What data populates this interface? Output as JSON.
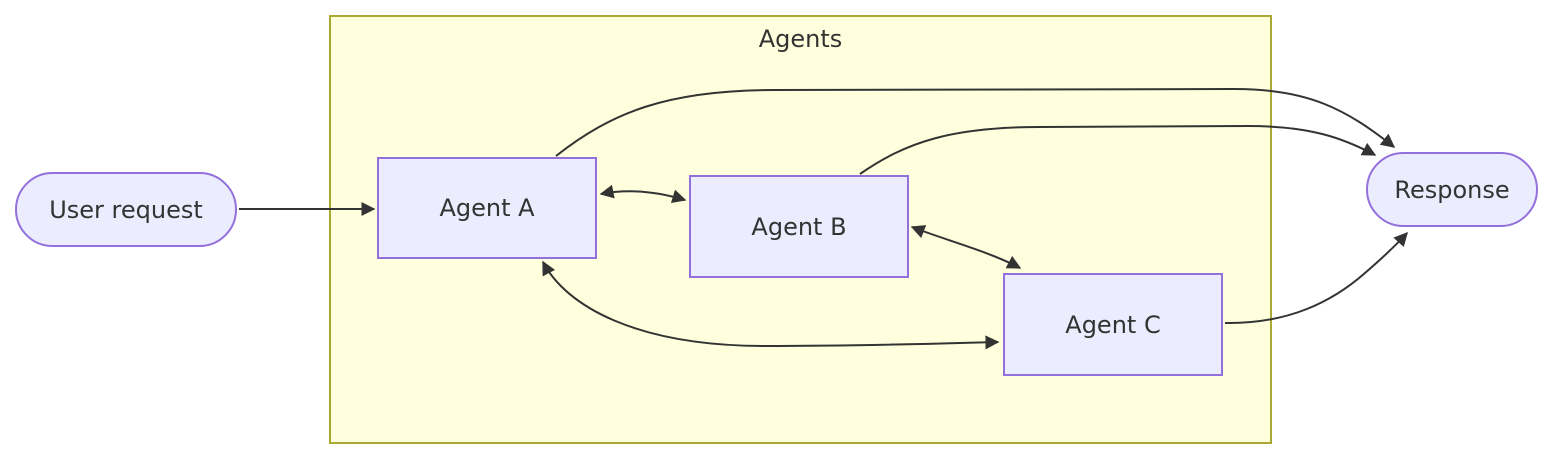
{
  "diagram": {
    "type": "flowchart",
    "cluster": {
      "label": "Agents"
    },
    "nodes": {
      "user_request": {
        "label": "User request",
        "shape": "stadium"
      },
      "agent_a": {
        "label": "Agent A",
        "shape": "rect",
        "group": "Agents"
      },
      "agent_b": {
        "label": "Agent B",
        "shape": "rect",
        "group": "Agents"
      },
      "agent_c": {
        "label": "Agent C",
        "shape": "rect",
        "group": "Agents"
      },
      "response": {
        "label": "Response",
        "shape": "stadium"
      }
    },
    "edges": [
      {
        "from": "user_request",
        "to": "agent_a",
        "direction": "one-way"
      },
      {
        "from": "agent_a",
        "to": "agent_b",
        "direction": "two-way"
      },
      {
        "from": "agent_b",
        "to": "agent_c",
        "direction": "two-way"
      },
      {
        "from": "agent_a",
        "to": "agent_c",
        "direction": "two-way"
      },
      {
        "from": "agent_a",
        "to": "response",
        "direction": "one-way"
      },
      {
        "from": "agent_b",
        "to": "response",
        "direction": "one-way"
      },
      {
        "from": "agent_c",
        "to": "response",
        "direction": "one-way"
      }
    ],
    "colors": {
      "node_fill": "#ECECFF",
      "node_border": "#9370DB",
      "cluster_fill": "#FFFFDE",
      "cluster_border": "#AAAA33",
      "edge": "#333333",
      "text": "#333333",
      "background": "#FFFFFF"
    }
  }
}
